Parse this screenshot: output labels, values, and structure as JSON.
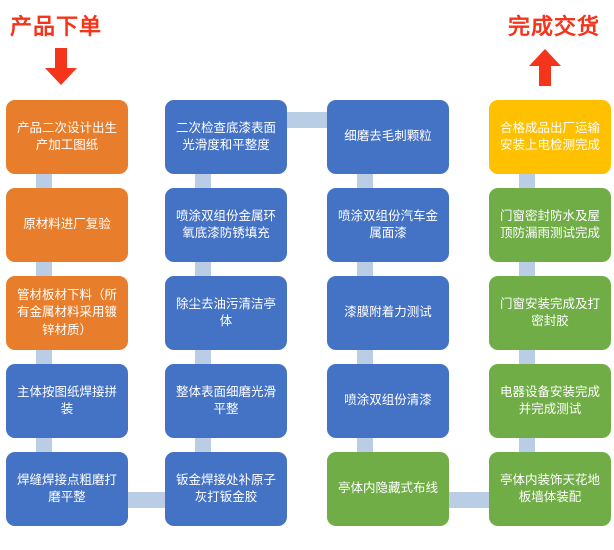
{
  "headers": {
    "start": "产品下单",
    "end": "完成交货"
  },
  "icons": {
    "arrow_down": "arrow-down-icon",
    "arrow_up": "arrow-up-icon"
  },
  "colors": {
    "orange": "#E87D2B",
    "blue": "#4472C4",
    "green": "#70AD47",
    "yellow": "#FFC000",
    "connector": "#B9CDE5",
    "header_red": "#F4341B",
    "background": "#FFFFFF"
  },
  "chart_data": {
    "type": "diagram",
    "title": "产品下单 → 完成交货 生产流程图",
    "flow_direction": "column-1 down, column-2 up, column-3 down, column-4 up",
    "columns": [
      {
        "id": "column-1",
        "nodes": [
          {
            "label": "产品二次设计出生产加工图纸",
            "color": "orange"
          },
          {
            "label": "原材料进厂复验",
            "color": "orange"
          },
          {
            "label": "管材板材下料（所有金属材料采用镀锌材质）",
            "color": "orange"
          },
          {
            "label": "主体按图纸焊接拼装",
            "color": "blue"
          },
          {
            "label": "焊缝焊接点粗磨打磨平整",
            "color": "blue"
          }
        ]
      },
      {
        "id": "column-2",
        "nodes": [
          {
            "label": "二次检查底漆表面光滑度和平整度",
            "color": "blue"
          },
          {
            "label": "喷涂双组份金属环氧底漆防锈填充",
            "color": "blue"
          },
          {
            "label": "除尘去油污清洁亭体",
            "color": "blue"
          },
          {
            "label": "整体表面细磨光滑平整",
            "color": "blue"
          },
          {
            "label": "钣金焊接处补原子灰打钣金胶",
            "color": "blue"
          }
        ]
      },
      {
        "id": "column-3",
        "nodes": [
          {
            "label": "细磨去毛刺颗粒",
            "color": "blue"
          },
          {
            "label": "喷涂双组份汽车金属面漆",
            "color": "blue"
          },
          {
            "label": "漆膜附着力测试",
            "color": "blue"
          },
          {
            "label": "喷涂双组份清漆",
            "color": "blue"
          },
          {
            "label": "亭体内隐藏式布线",
            "color": "green"
          }
        ]
      },
      {
        "id": "column-4",
        "nodes": [
          {
            "label": "合格成品出厂运输安装上电检测完成",
            "color": "yellow"
          },
          {
            "label": "门窗密封防水及屋顶防漏雨测试完成",
            "color": "green"
          },
          {
            "label": "门窗安装完成及打密封胶",
            "color": "green"
          },
          {
            "label": "电器设备安装完成并完成测试",
            "color": "green"
          },
          {
            "label": "亭体内装饰天花地板墙体装配",
            "color": "green"
          }
        ]
      }
    ],
    "cross_connectors": [
      {
        "from": "column-1",
        "to": "column-2",
        "position": "bottom"
      },
      {
        "from": "column-2",
        "to": "column-3",
        "position": "top"
      },
      {
        "from": "column-3",
        "to": "column-4",
        "position": "bottom"
      }
    ]
  }
}
